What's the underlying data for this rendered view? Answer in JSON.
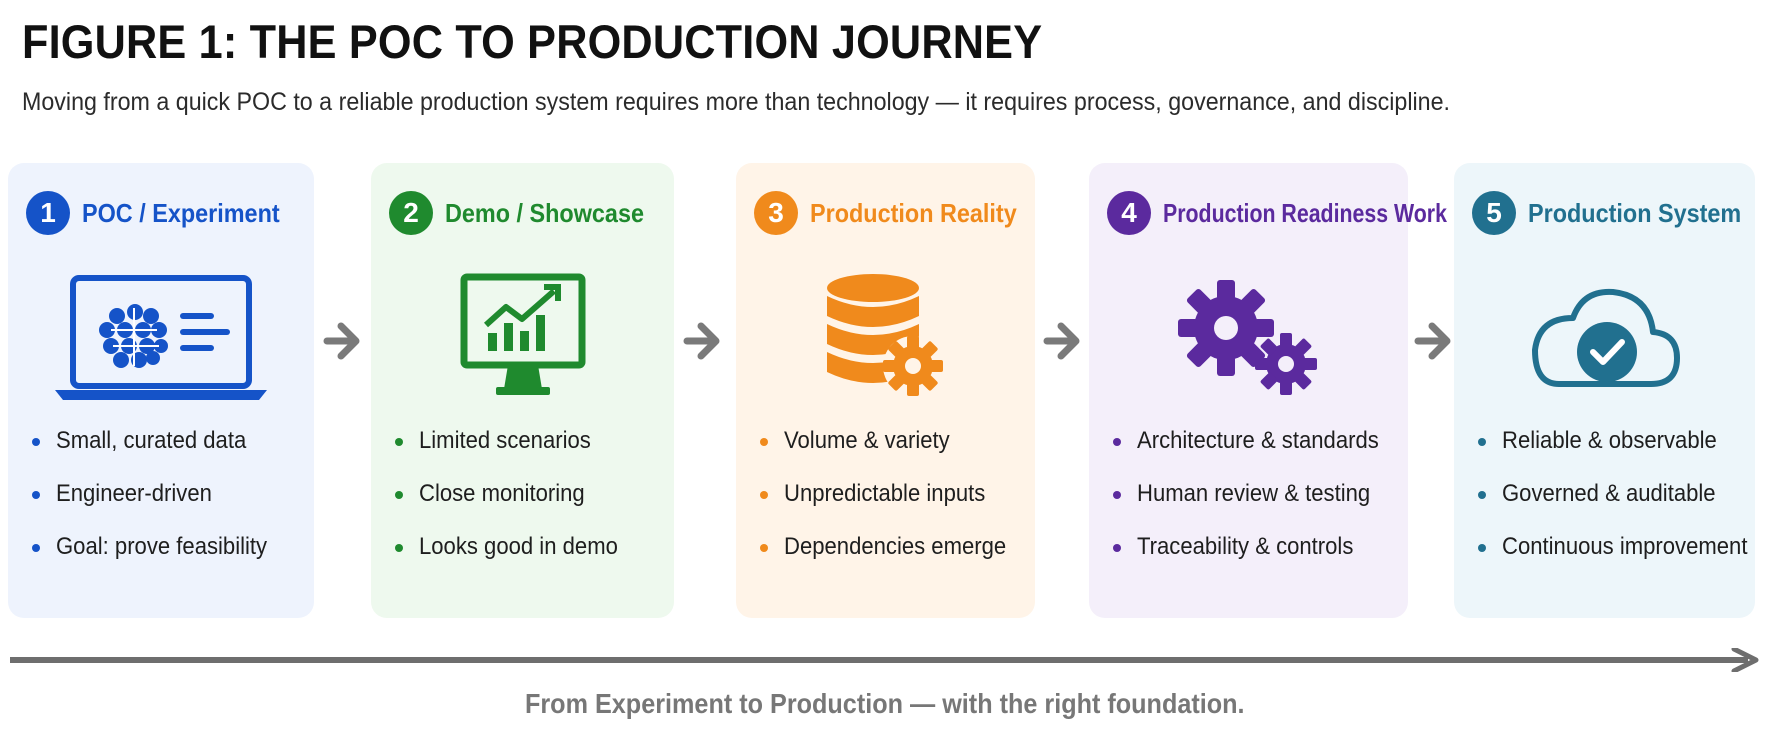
{
  "header": {
    "title": "FIGURE 1: THE POC TO PRODUCTION JOURNEY",
    "subtitle": "Moving from a quick POC to a reliable production system requires more than technology  —  it requires process, governance, and discipline."
  },
  "stages": [
    {
      "number": "1",
      "title": "POC / Experiment",
      "icon": "laptop-brain-icon",
      "accent": "#1553C8",
      "background": "#EEF3FD",
      "bullets": [
        "Small, curated data",
        "Engineer-driven",
        "Goal: prove feasibility"
      ]
    },
    {
      "number": "2",
      "title": "Demo / Showcase",
      "icon": "monitor-chart-icon",
      "accent": "#1F8A2E",
      "background": "#EEF9EE",
      "bullets": [
        "Limited scenarios",
        "Close monitoring",
        "Looks good in demo"
      ]
    },
    {
      "number": "3",
      "title": "Production Reality",
      "icon": "database-gear-icon",
      "accent": "#F08A1C",
      "background": "#FFF4E8",
      "bullets": [
        "Volume & variety",
        "Unpredictable inputs",
        "Dependencies emerge"
      ]
    },
    {
      "number": "4",
      "title": "Production Readiness Work",
      "icon": "gears-icon",
      "accent": "#5B2A9E",
      "background": "#F4EFFA",
      "bullets": [
        "Architecture & standards",
        "Human review & testing",
        "Traceability & controls"
      ]
    },
    {
      "number": "5",
      "title": "Production System",
      "icon": "cloud-check-icon",
      "accent": "#21708F",
      "background": "#EDF6FA",
      "bullets": [
        "Reliable & observable",
        "Governed & auditable",
        "Continuous improvement"
      ]
    }
  ],
  "arrow_color": "#7A7A7A",
  "footer": "From Experiment to Production — with the right foundation."
}
